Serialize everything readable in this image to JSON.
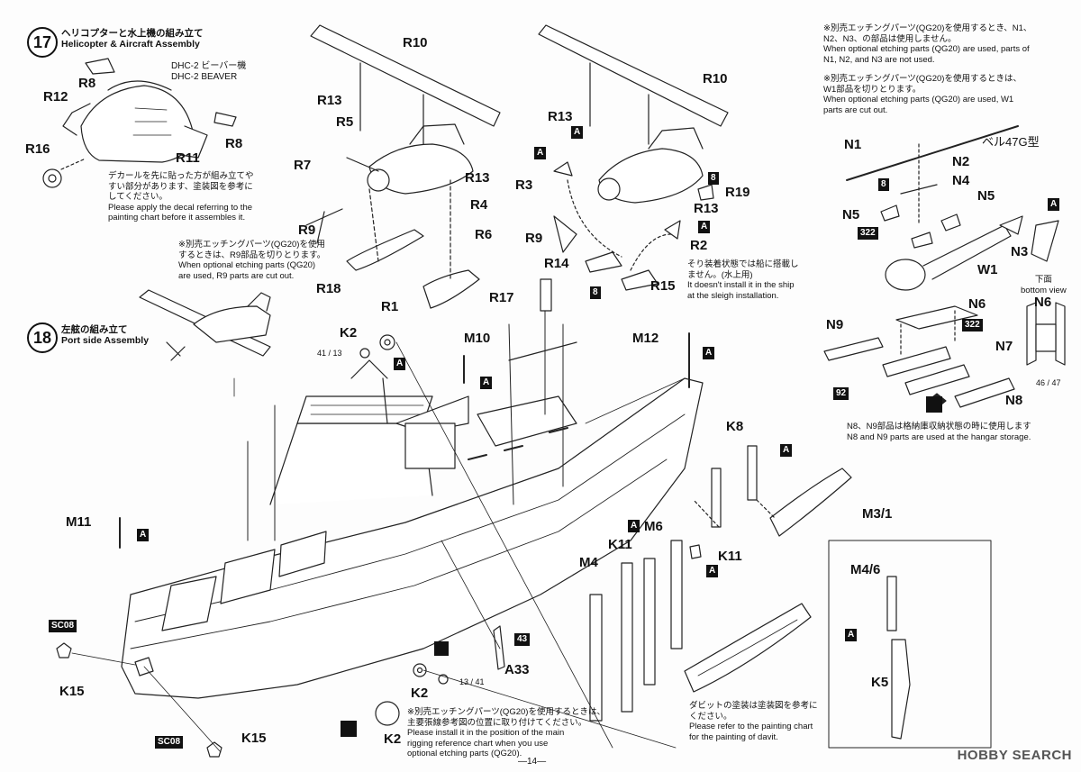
{
  "step17": {
    "num": "17",
    "title_jp": "ヘリコプターと水上機の組み立て",
    "title_en": "Helicopter & Aircraft Assembly"
  },
  "step18": {
    "num": "18",
    "title_jp": "左舷の組み立て",
    "title_en": "Port side Assembly"
  },
  "beaver": {
    "jp": "DHC-2 ビーバー機",
    "en": "DHC-2 BEAVER"
  },
  "bell": {
    "jp": "ベル47G型"
  },
  "labels": {
    "R8a": "R8",
    "R12": "R12",
    "R8b": "R8",
    "R11": "R11",
    "R16": "R16",
    "R10a": "R10",
    "R13a": "R13",
    "R5": "R5",
    "R7": "R7",
    "R13b": "R13",
    "R4": "R4",
    "R9a": "R9",
    "R6": "R6",
    "R18": "R18",
    "R1": "R1",
    "R17": "R17",
    "R10b": "R10",
    "R13c": "R13",
    "R3": "R3",
    "R19": "R19",
    "R13d": "R13",
    "R2": "R2",
    "R9b": "R9",
    "R14": "R14",
    "R15": "R15",
    "N1": "N1",
    "N2": "N2",
    "N4": "N4",
    "N5a": "N5",
    "N5b": "N5",
    "W1": "W1",
    "N3": "N3",
    "N6a": "N6",
    "N9": "N9",
    "N7": "N7",
    "N8": "N8",
    "N6b": "N6",
    "K2a": "K2",
    "M10": "M10",
    "M12": "M12",
    "K8": "K8",
    "M31": "M3/1",
    "M11": "M11",
    "K11a": "K11",
    "M6": "M6",
    "M4": "M4",
    "K11b": "K11",
    "M46": "M4/6",
    "K5": "K5",
    "K15a": "K15",
    "K2b": "K2",
    "A33": "A33",
    "K2c": "K2",
    "K15b": "K15"
  },
  "tags": {
    "A": "A",
    "t8": "8",
    "t322": "322",
    "t92": "92",
    "sc08": "SC08",
    "t43": "43"
  },
  "circles": {
    "c4113": "41 / 13",
    "c1341": "13 / 41",
    "c4647": "46 / 47"
  },
  "notes": {
    "decal": [
      "デカールを先に貼った方が組み立てや",
      "すい部分があります、塗装図を参考に",
      "してください。",
      "Please apply the decal referring to the",
      "painting chart before it assembles it."
    ],
    "r9cut": [
      "※別売エッチングパーツ(QG20)を使用",
      "するときは、R9部品を切りとります。",
      "When optional etching parts (QG20)",
      "are used, R9 parts are cut out."
    ],
    "sleigh": [
      "そり装着状態では船に搭載し",
      "ません。(水上用)",
      "It doesn't install it in the ship",
      "at the sleigh installation."
    ],
    "n123": [
      "※別売エッチングパーツ(QG20)を使用するとき、N1、",
      "N2、N3、の部品は使用しません。",
      "When optional etching parts (QG20) are used, parts of",
      "N1, N2, and N3 are not used."
    ],
    "w1cut": [
      "※別売エッチングパーツ(QG20)を使用するときは、",
      "W1部品を切りとります。",
      "When optional etching parts (QG20) are used, W1",
      "parts are cut out."
    ],
    "bottom": [
      "下面",
      "bottom view"
    ],
    "hangar": [
      "N8、N9部品は格納庫収納状態の時に使用します",
      "N8 and N9 parts are used at the hangar storage."
    ],
    "k2": [
      "※別売エッチングパーツ(QG20)を使用するときは、",
      "主要張線参考図の位置に取り付けてください。",
      "Please install it in the position of the main",
      "rigging reference chart when you use",
      "optional etching parts (QG20)."
    ],
    "davit": [
      "ダビットの塗装は塗装図を参考に",
      "ください。",
      "Please refer to the painting chart",
      "for the painting of davit."
    ]
  },
  "page_number": "—14—",
  "watermark": "HOBBY SEARCH"
}
